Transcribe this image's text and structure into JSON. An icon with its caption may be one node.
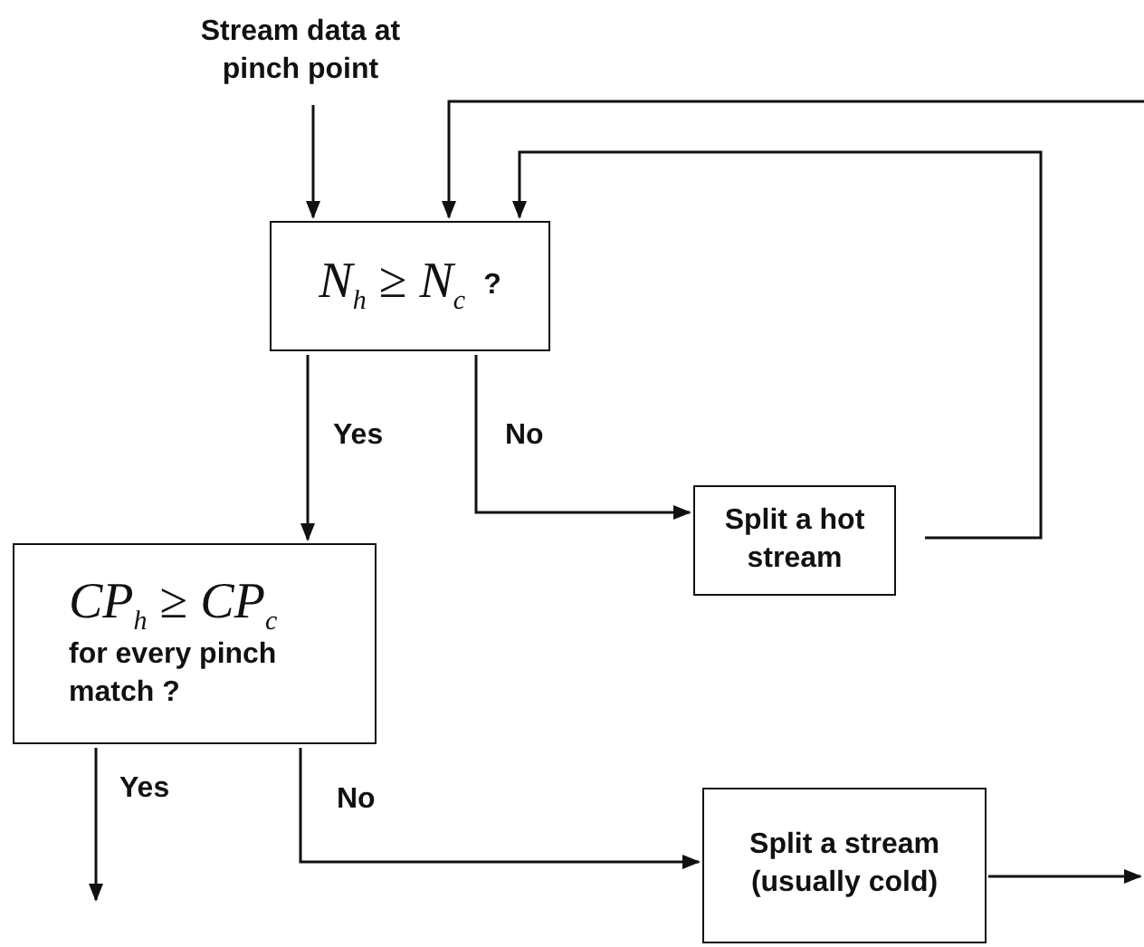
{
  "diagram": {
    "nodes": [
      {
        "text": [
          "Stream data at pinch point"
        ]
      },
      {
        "text": [
          "*N*$_{h}$ ≥ *N*$_{c}$",
          "?"
        ]
      },
      {
        "text": [
          "*CP*$_{h}$ ≥ *CP*$_{c}$",
          "for every pinch match ?"
        ]
      },
      {
        "text": [
          "Split a hot stream"
        ]
      },
      {
        "text": [
          "Split a stream (usually cold)"
        ]
      }
    ],
    "edges": [
      {
        "from": 0,
        "to": 1,
        "arrow": "to"
      },
      {
        "from": null,
        "to": 1,
        "arrow": "to"
      },
      {
        "from": 3,
        "to": 1,
        "arrow": "to"
      },
      {
        "from": 1,
        "to": 3,
        "arrow": "to",
        "label": "No"
      },
      {
        "from": 1,
        "to": 2,
        "arrow": "to",
        "label": "Yes"
      },
      {
        "from": 2,
        "to": null,
        "arrow": "to",
        "label": "Yes"
      },
      {
        "from": 2,
        "to": 4,
        "arrow": "to",
        "label": "No"
      },
      {
        "from": 4,
        "to": null,
        "arrow": "to"
      }
    ]
  }
}
